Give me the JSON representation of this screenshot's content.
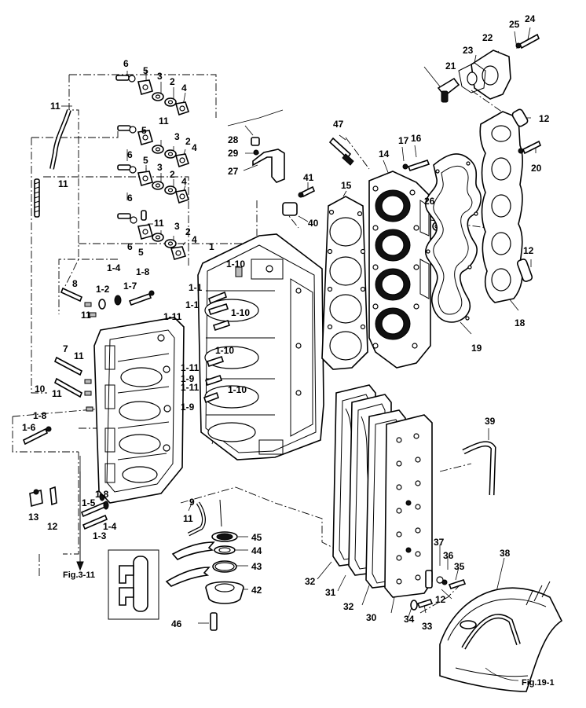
{
  "labels": {
    "l1": "1",
    "l1_1a": "1-1",
    "l1_1b": "1-1",
    "l1_2": "1-2",
    "l1_3": "1-3",
    "l1_4a": "1-4",
    "l1_4b": "1-4",
    "l1_5": "1-5",
    "l1_6": "1-6",
    "l1_7": "1-7",
    "l1_8a": "1-8",
    "l1_8b": "1-8",
    "l1_8c": "1-8",
    "l1_9a": "1-9",
    "l1_9b": "1-9",
    "l1_10a": "1-10",
    "l1_10b": "1-10",
    "l1_10c": "1-10",
    "l1_10d": "1-10",
    "l1_11a": "1-11",
    "l1_11b": "1-11",
    "l1_11c": "1-11",
    "l2a": "2",
    "l2b": "2",
    "l2c": "2",
    "l2d": "2",
    "l3a": "3",
    "l3b": "3",
    "l3c": "3",
    "l3d": "3",
    "l4a": "4",
    "l4b": "4",
    "l4c": "4",
    "l4d": "4",
    "l5a": "5",
    "l5b": "5",
    "l5c": "5",
    "l5d": "5",
    "l6a": "6",
    "l6b": "6",
    "l6c": "6",
    "l6d": "6",
    "l7": "7",
    "l8": "8",
    "l9": "9",
    "l10": "10",
    "l11a": "11",
    "l11b": "11",
    "l11c": "11",
    "l11d": "11",
    "l11e": "11",
    "l11f": "11",
    "l11g": "11",
    "l12a": "12",
    "l12b": "12",
    "l12c": "12",
    "l12d": "12",
    "l13": "13",
    "l14": "14",
    "l15": "15",
    "l16": "16",
    "l17": "17",
    "l18": "18",
    "l19": "19",
    "l20": "20",
    "l21": "21",
    "l22": "22",
    "l23": "23",
    "l24": "24",
    "l25": "25",
    "l26": "26",
    "l27": "27",
    "l28": "28",
    "l29": "29",
    "l30": "30",
    "l31": "31",
    "l32a": "32",
    "l32b": "32",
    "l33": "33",
    "l34": "34",
    "l35": "35",
    "l36": "36",
    "l37": "37",
    "l38": "38",
    "l39": "39",
    "l40": "40",
    "l41": "41",
    "l42": "42",
    "l43": "43",
    "l44": "44",
    "l45": "45",
    "l46": "46",
    "l47": "47"
  },
  "refs": {
    "fig3_11": "Fig.3-11",
    "fig19_1": "Fig.19-1"
  }
}
